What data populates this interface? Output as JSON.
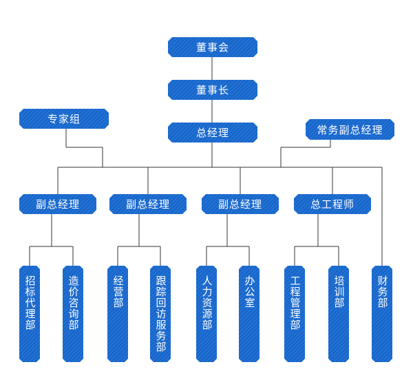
{
  "nodes": {
    "board": "董事会",
    "chairman": "董事长",
    "experts": "专家组",
    "gm": "总经理",
    "exec_vp": "常务副总经理",
    "vp1": "副总经理",
    "vp2": "副总经理",
    "vp3": "副总经理",
    "chief_engineer": "总工程师",
    "bidding": "招标代理部",
    "cost_consult": "造价咨询部",
    "business": "经营部",
    "followup": "跟踪回访服务部",
    "hr": "人力资源部",
    "office": "办公室",
    "engineering": "工程管理部",
    "training": "培训部",
    "finance": "财务部"
  },
  "colors": {
    "box": "#1769d1",
    "line": "#333333"
  }
}
